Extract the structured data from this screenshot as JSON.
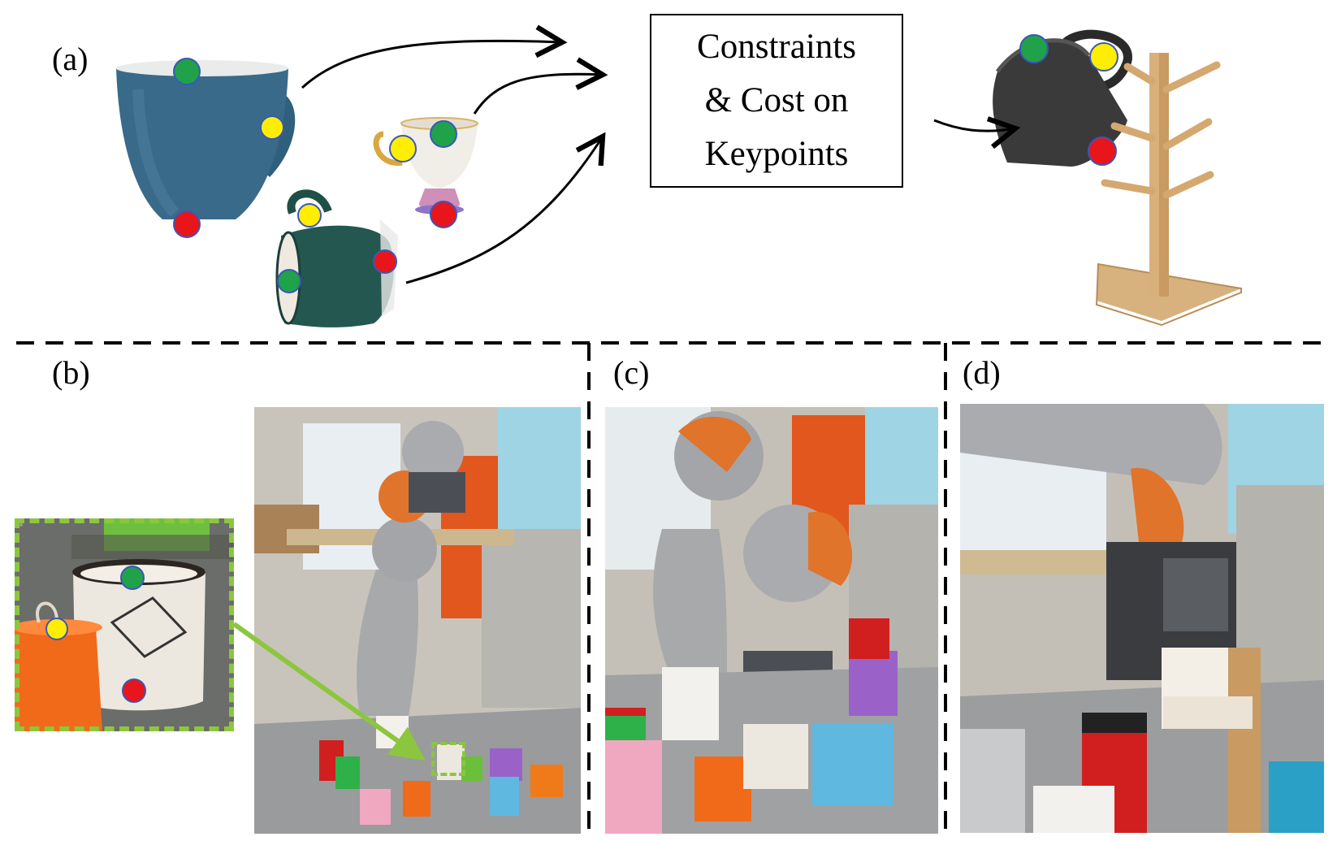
{
  "panels": {
    "a": "(a)",
    "b": "(b)",
    "c": "(c)",
    "d": "(d)"
  },
  "constraints_box": {
    "line1": "Constraints",
    "line2": "& Cost on",
    "line3": "Keypoints"
  },
  "keypoint_colors": {
    "green": "#1fa24a",
    "yellow": "#ffee00",
    "red": "#e8151b",
    "outline": "#3a57b8"
  },
  "accent_colors": {
    "inset_border": "#8cc63f",
    "divider": "#000000"
  },
  "icons": [
    "mug-icon",
    "teacup-icon",
    "mug-rack-icon",
    "robot-arm-icon"
  ]
}
